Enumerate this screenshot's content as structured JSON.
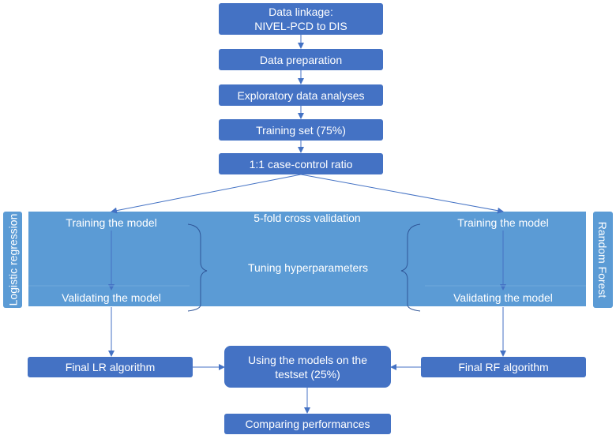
{
  "flow": {
    "data_linkage": [
      "Data linkage:",
      "NIVEL-PCD to DIS"
    ],
    "data_preparation": "Data preparation",
    "exploratory": "Exploratory data analyses",
    "training_set": "Training set (75%)",
    "case_control": "1:1 case-control ratio",
    "cross_validation": "5-fold cross validation",
    "tuning": "Tuning hyperparameters",
    "left_branch": {
      "side_label": "Logistic regression",
      "training": "Training the model",
      "validating": "Validating the model",
      "final": "Final LR algorithm"
    },
    "right_branch": {
      "side_label": "Random Forest",
      "training": "Training the model",
      "validating": "Validating the model",
      "final": "Final RF algorithm"
    },
    "testset": [
      "Using the models on the",
      "testset (25%)"
    ],
    "comparing": "Comparing performances"
  },
  "colors": {
    "box_fill": "#4472C4",
    "panel_fill": "#5B9BD5",
    "connector": "#4472C4"
  }
}
